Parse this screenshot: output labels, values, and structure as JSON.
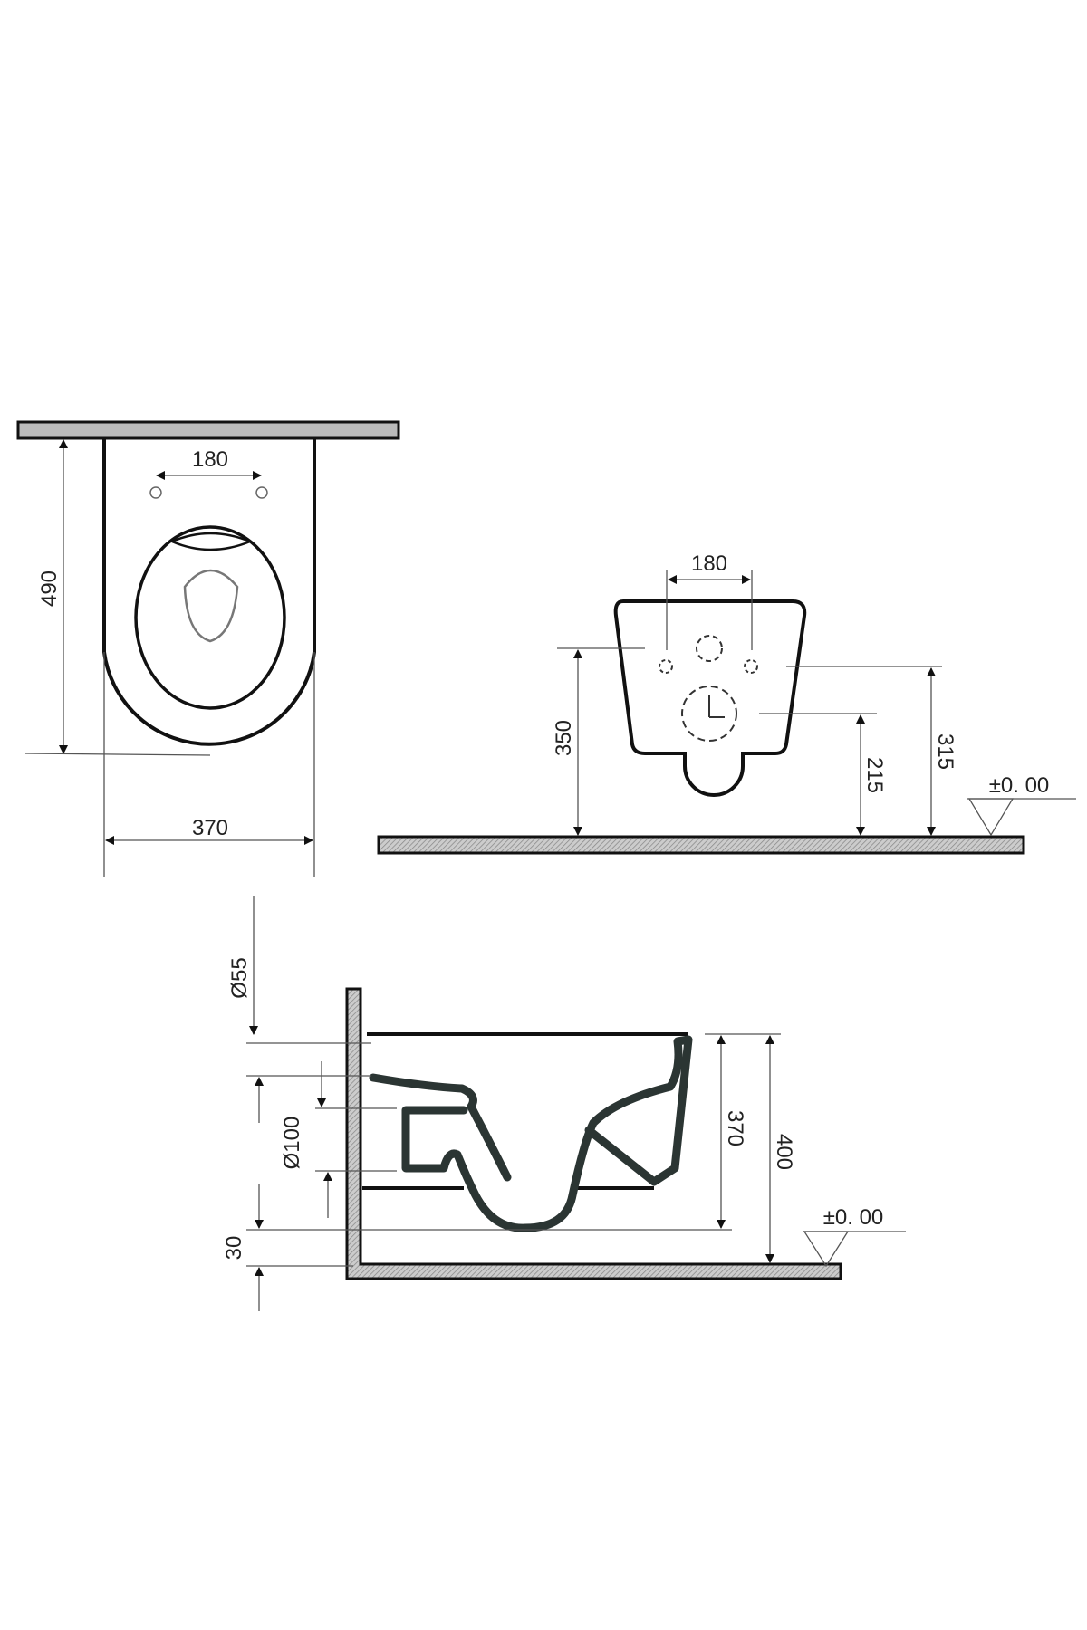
{
  "drawing": {
    "subject": "Wall-hung toilet dimension drawing",
    "units": "mm",
    "top_view": {
      "depth": "490",
      "width": "370",
      "bolt_spacing": "180"
    },
    "rear_view": {
      "bolt_spacing": "180",
      "bolt_height": "350",
      "water_inlet_height": "315",
      "outlet_height": "215",
      "level": "±0. 00"
    },
    "side_view": {
      "inlet_diameter": "Ø55",
      "outlet_diameter": "Ø100",
      "clearance": "30",
      "bowl_height": "370",
      "total_height": "400",
      "level": "±0. 00"
    }
  }
}
